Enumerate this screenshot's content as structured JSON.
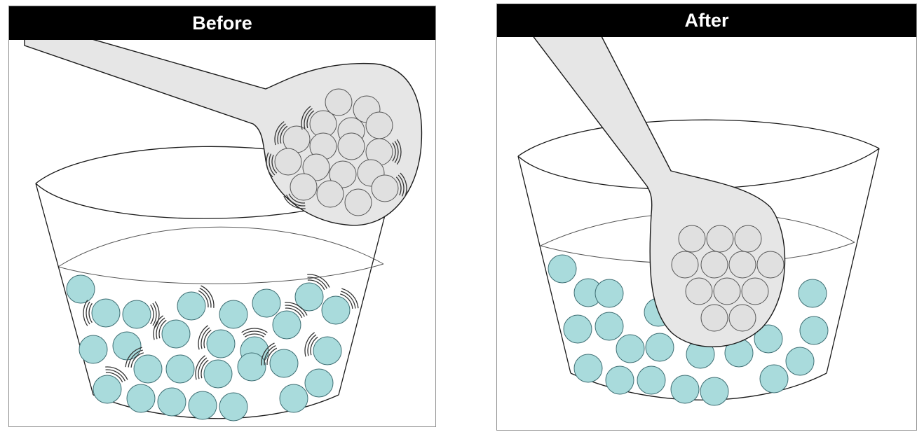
{
  "panels": {
    "before": {
      "title": "Before"
    },
    "after": {
      "title": "After"
    }
  },
  "colors": {
    "banner": "#000000",
    "banner_text": "#ffffff",
    "pearl_fill": "#a9dbdc",
    "pearl_stroke": "#3f6f74",
    "spoon_fill": "#e6e6e6",
    "line": "#1a1a1a"
  },
  "icons": {
    "vibration": "vibration-arc-marks",
    "pearl": "tapioca-pearl-circle"
  }
}
